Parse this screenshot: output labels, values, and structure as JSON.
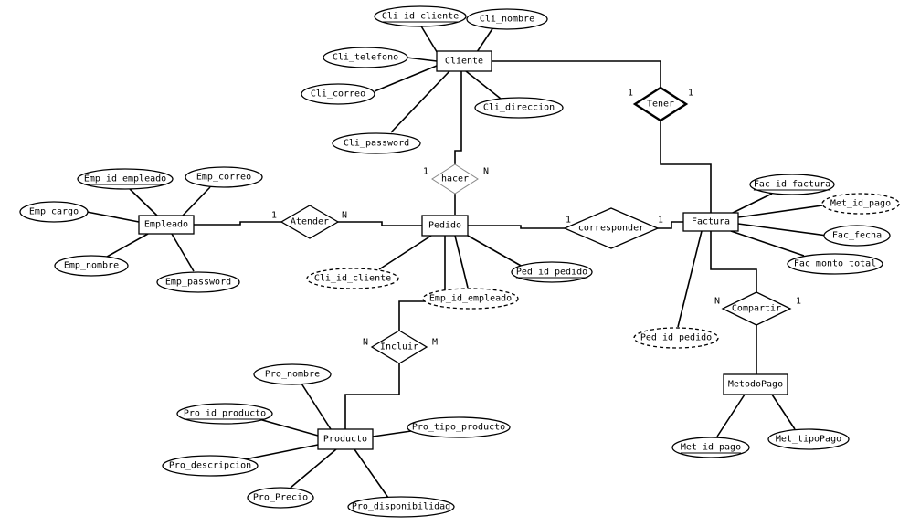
{
  "entities": {
    "cliente": "Cliente",
    "empleado": "Empleado",
    "pedido": "Pedido",
    "factura": "Factura",
    "producto": "Producto",
    "metodopago": "MetodoPago"
  },
  "relationships": {
    "tener": "Tener",
    "hacer": "hacer",
    "atender": "Atender",
    "corresponder": "corresponder",
    "compartir": "Compartir",
    "incluir": "Incluir"
  },
  "attributes": {
    "cli_id_cliente": "Cli id cliente",
    "cli_nombre": "Cli_nombre",
    "cli_telefono": "Cli_telefono",
    "cli_correo": "Cli_correo",
    "cli_direccion": "Cli_direccion",
    "cli_password": "Cli_password",
    "emp_id_empleado": "Emp id empleado",
    "emp_correo": "Emp_correo",
    "emp_cargo": "Emp_cargo",
    "emp_nombre": "Emp_nombre",
    "emp_password": "Emp_password",
    "ped_id_pedido": "Ped id pedido",
    "ped_cli_id_cliente": "Cli_id_cliente",
    "ped_emp_id_empleado": "Emp_id_empleado",
    "fac_id_factura": "Fac id factura",
    "fac_met_id_pago": "Met_id_pago",
    "fac_fecha": "Fac_fecha",
    "fac_monto_total": "Fac_monto_total",
    "fac_ped_id_pedido": "Ped_id_pedido",
    "met_id_pago": "Met id pago",
    "met_tipopago": "Met_tipoPago",
    "pro_nombre": "Pro_nombre",
    "pro_id_producto": "Pro id producto",
    "pro_tipo_producto": "Pro_tipo_producto",
    "pro_descripcion": "Pro_descripcion",
    "pro_precio": "Pro_Precio",
    "pro_disponibilidad": "Pro_disponibilidad"
  },
  "cardinalities": {
    "tener_left": "1",
    "tener_right": "1",
    "hacer_top": "1",
    "hacer_bottom": "N",
    "atender_left": "1",
    "atender_right": "N",
    "corresponder_left": "1",
    "corresponder_right": "1",
    "compartir_left": "N",
    "compartir_right": "1",
    "incluir_left": "N",
    "incluir_right": "M"
  }
}
